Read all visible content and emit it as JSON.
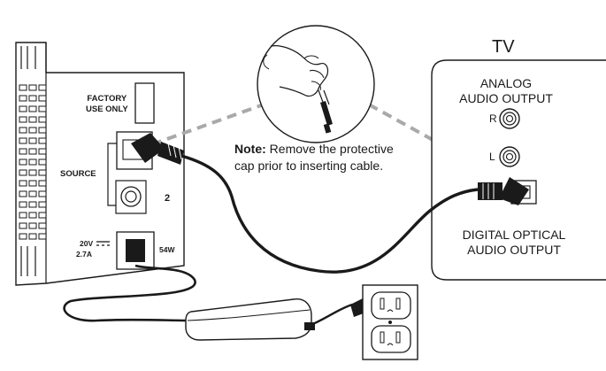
{
  "device": {
    "factory_line1": "FACTORY",
    "factory_line2": "USE ONLY",
    "source_label": "SOURCE",
    "port_number": "2",
    "power_volts": "20V",
    "power_amps": "2.7A",
    "power_watts": "54W"
  },
  "note": {
    "prefix": "Note:",
    "line1_text": " Remove the protective",
    "line2_text": "cap prior to inserting cable."
  },
  "tv": {
    "title": "TV",
    "analog_line1": "ANALOG",
    "analog_line2": "AUDIO OUTPUT",
    "jack_r": "R",
    "jack_l": "L",
    "digital_line1": "DIGITAL OPTICAL",
    "digital_line2": "AUDIO OUTPUT"
  },
  "icons": [
    "hand-removing-cap-icon",
    "optical-plug-icon",
    "rca-jack-icon",
    "power-brick-icon",
    "wall-outlet-icon"
  ]
}
